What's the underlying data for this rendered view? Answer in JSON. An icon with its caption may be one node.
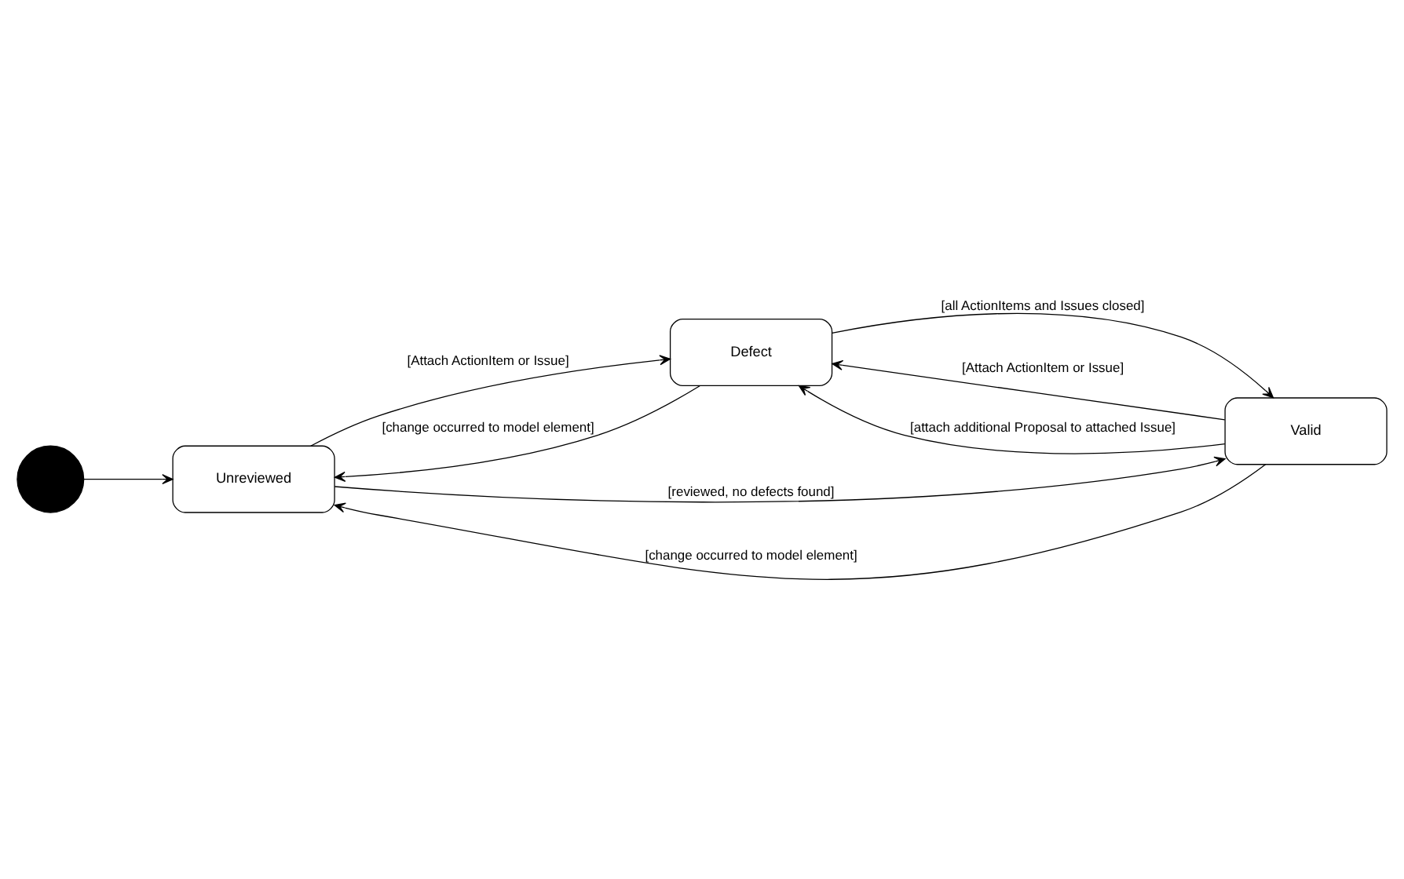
{
  "diagram": {
    "nodes": [
      {
        "text": [],
        "shape": "circle"
      },
      {
        "text": [
          "Unreviewed"
        ]
      },
      {
        "text": [
          "Defect"
        ]
      },
      {
        "text": [
          "Valid"
        ]
      }
    ],
    "edges": [
      {
        "from": 0,
        "to": 1,
        "arrow": "to"
      },
      {
        "from": 2,
        "to": 1,
        "arrow": "to",
        "label": "[change occurred to model element]"
      },
      {
        "from": 1,
        "to": 2,
        "arrow": "to",
        "label": "[Attach ActionItem or Issue]"
      },
      {
        "from": 1,
        "to": 3,
        "arrow": "to",
        "label": "[reviewed, no defects found]"
      },
      {
        "from": 2,
        "to": 3,
        "arrow": "to",
        "label": "[all ActionItems and Issues closed]"
      },
      {
        "from": 3,
        "to": 2,
        "arrow": "to",
        "label": "[Attach ActionItem or Issue]"
      },
      {
        "from": 3,
        "to": 2,
        "arrow": "to",
        "label": "[attach additional Proposal to attached Issue]"
      },
      {
        "from": 3,
        "to": 1,
        "arrow": "to",
        "label": "[change occurred to model element]"
      }
    ]
  }
}
